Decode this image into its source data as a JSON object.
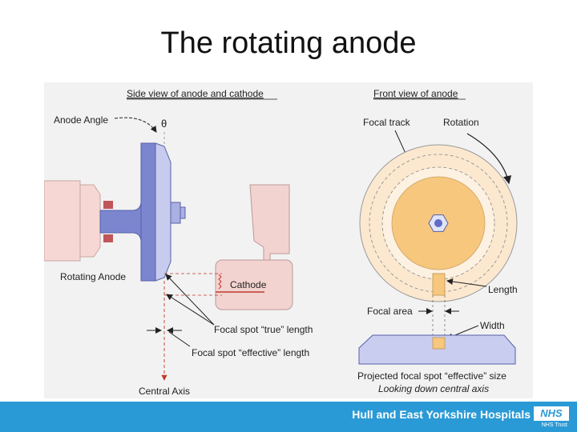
{
  "title": "The rotating anode",
  "side_view": {
    "heading": "Side view of anode and cathode",
    "anode_angle": "Anode Angle",
    "theta": "θ",
    "rotating_anode": "Rotating Anode",
    "cathode": "Cathode",
    "true_length": "Focal spot “true” length",
    "effective_length": "Focal spot “effective” length",
    "central_axis": "Central Axis"
  },
  "front_view": {
    "heading": "Front view of anode",
    "focal_track": "Focal track",
    "rotation": "Rotation",
    "length": "Length",
    "focal_area": "Focal area",
    "width": "Width",
    "projected": "Projected focal spot “effective” size",
    "looking": "Looking down central axis"
  },
  "footer": {
    "organization": "Hull and East Yorkshire Hospitals",
    "nhs": "NHS",
    "trust": "NHS Trust"
  },
  "colors": {
    "footer": "#2a9ad6",
    "anode_blue": "#7b86cf",
    "cathode_pink": "#f3d3d0",
    "focal_orange": "#f7c77d",
    "track_cream": "#fbe8cf"
  }
}
